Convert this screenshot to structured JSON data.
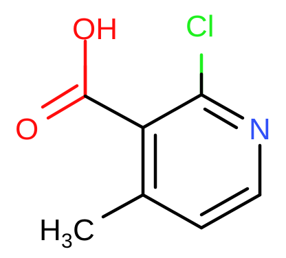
{
  "molecule": {
    "colors": {
      "carbon": "#000000",
      "oxygen": "#ff0d0d",
      "nitrogen": "#3050f8",
      "chlorine": "#1ff01f"
    },
    "atoms": {
      "hydroxyl": {
        "text": "OH",
        "element": "O"
      },
      "carbonyl_oxygen": {
        "text": "O",
        "element": "O"
      },
      "chlorine": {
        "text": "Cl",
        "element": "Cl"
      },
      "ring_nitrogen": {
        "text": "N",
        "element": "N"
      },
      "methyl": {
        "text": "H",
        "subscript": "3",
        "suffix": "C",
        "element": "C"
      }
    }
  }
}
